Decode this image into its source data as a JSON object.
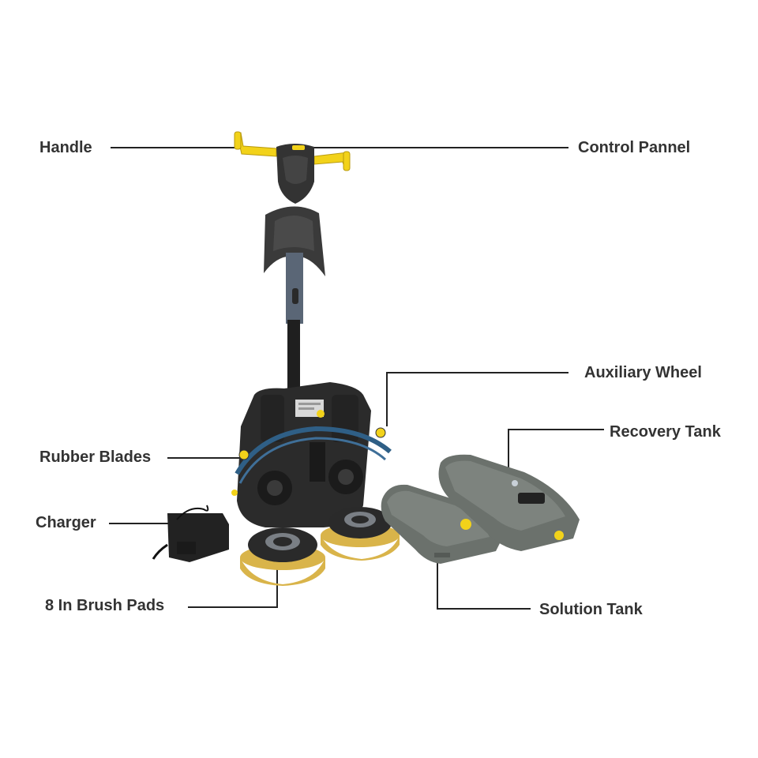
{
  "labels": {
    "handle": "Handle",
    "control_panel": "Control Pannel",
    "auxiliary_wheel": "Auxiliary Wheel",
    "recovery_tank": "Recovery Tank",
    "rubber_blades": "Rubber Blades",
    "charger": "Charger",
    "brush_pads": "8 In Brush Pads",
    "solution_tank": "Solution Tank"
  },
  "colors": {
    "label_text": "#333333",
    "leader_line": "#222222",
    "machine_body": "#2b2b2b",
    "accent_yellow": "#f2d21a",
    "blade_blue": "#2f5f86",
    "tank_gray": "#6b716c",
    "brush_bristle": "#d9b44a"
  }
}
